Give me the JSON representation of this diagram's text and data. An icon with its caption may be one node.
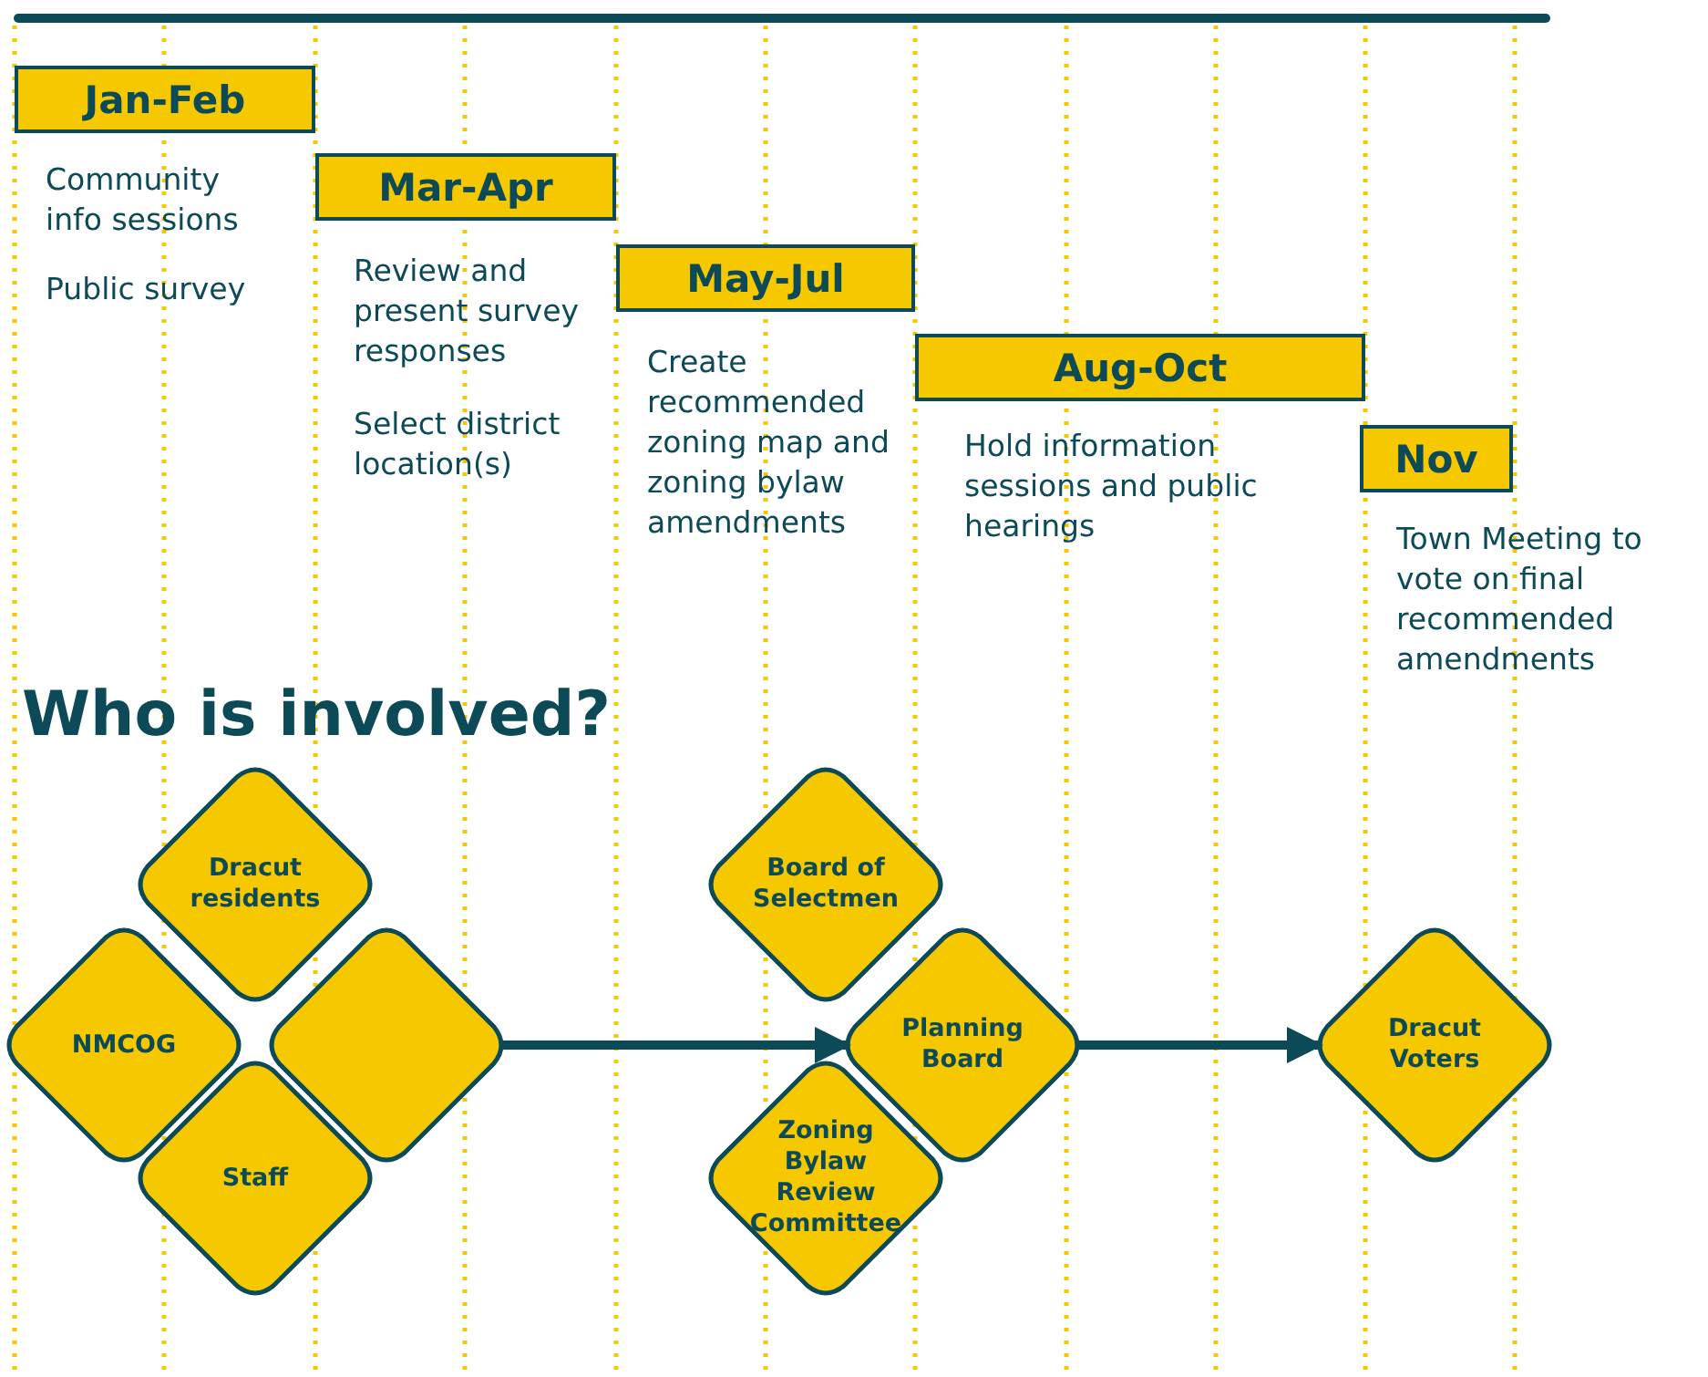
{
  "diagram": {
    "nodes": [
      {
        "text": [
          "Jan-Feb"
        ],
        "beside": [
          "Community info sessions",
          "Public survey"
        ]
      },
      {
        "text": [
          "Mar-Apr"
        ],
        "beside": [
          "Review and present survey responses",
          "Select district location(s)"
        ]
      },
      {
        "text": [
          "May-Jul"
        ],
        "beside": [
          "Create recommended zoning map and zoning bylaw amendments"
        ]
      },
      {
        "text": [
          "Aug-Oct"
        ],
        "beside": [
          "Hold information sessions and public hearings"
        ]
      },
      {
        "text": [
          "Nov"
        ],
        "beside": [
          "Town Meeting to vote on final recommended amendments"
        ]
      },
      {
        "text": [
          "Dracut residents"
        ]
      },
      {
        "text": [
          "NMCOG"
        ]
      },
      {
        "text": [],
        "shape": "diamond"
      },
      {
        "text": [
          "Staff"
        ]
      },
      {
        "text": [
          "Board of Selectmen"
        ]
      },
      {
        "text": [
          "Planning Board"
        ]
      },
      {
        "text": [
          "Zoning Bylaw Review Committee"
        ]
      },
      {
        "text": [
          "Dracut Voters"
        ]
      }
    ],
    "edges": [
      {
        "from": 7,
        "to": 10,
        "arrow": "to"
      },
      {
        "from": 10,
        "to": 12,
        "arrow": "to"
      }
    ],
    "labels": [
      "Who is involved?"
    ]
  }
}
